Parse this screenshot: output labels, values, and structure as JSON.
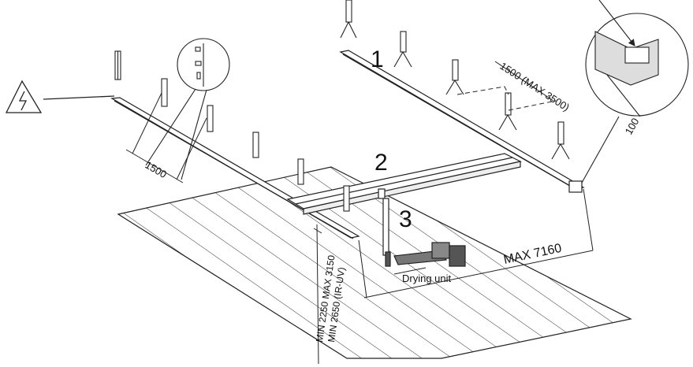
{
  "labels": {
    "rail1_number": "1",
    "beam2_number": "2",
    "arm3_number": "3",
    "support_spacing_left": "1500",
    "support_spacing_right": "1500 (MAX 3500)",
    "profile_size": "100",
    "max_span": "MAX 7160",
    "height_1": "MIN 2250 MAX 3150",
    "height_2": "MIN 2650 (IR-UV)",
    "drying_unit": "Drying unit"
  },
  "icons": {
    "warning": "high-voltage-warning-icon",
    "detail_left": "mounting-parts-detail",
    "detail_right": "rail-profile-detail"
  }
}
